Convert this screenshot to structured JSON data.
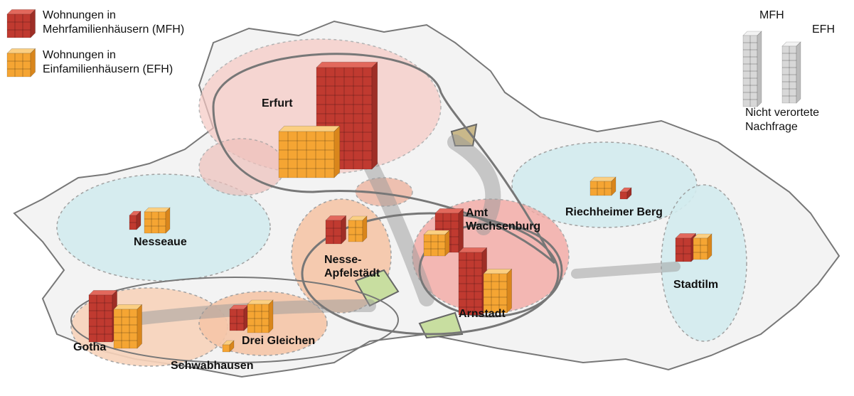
{
  "legend": {
    "mfh_line1": "Wohnungen in",
    "mfh_line2": "Mehrfamilienhäusern (MFH)",
    "efh_line1": "Wohnungen in",
    "efh_line2": "Einfamilienhäusern (EFH)",
    "mfh_color": "#c9443a",
    "efh_color": "#f5a533"
  },
  "unlocated": {
    "mfh_label": "MFH",
    "efh_label": "EFH",
    "caption_line1": "Nicht verortete",
    "caption_line2": "Nachfrage"
  },
  "places": {
    "erfurt": "Erfurt",
    "nesseaue": "Nesseaue",
    "nesse1": "Nesse-",
    "nesse2": "Apfelstädt",
    "amt1": "Amt",
    "amt2": "Wachsenburg",
    "riechheim": "Riechheimer Berg",
    "stadtilm": "Stadtilm",
    "arnstadt": "Arnstadt",
    "gotha": "Gotha",
    "drei": "Drei Gleichen",
    "schwab": "Schwabhausen"
  }
}
